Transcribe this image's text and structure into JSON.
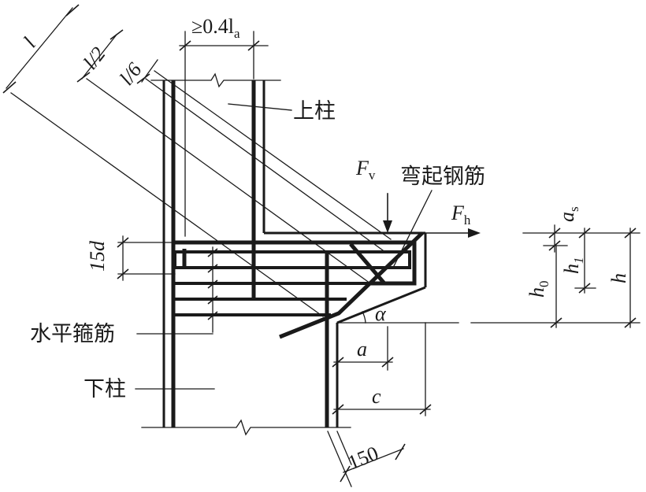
{
  "labels": {
    "anchorage_length": "≥0.4l",
    "anchorage_length_sub": "a",
    "upper_column": "上柱",
    "lower_column": "下柱",
    "bent_bar": "弯起钢筋",
    "horizontal_stirrup": "水平箍筋",
    "force_vertical": "F",
    "force_vertical_sub": "v",
    "force_horizontal": "F",
    "force_horizontal_sub": "h",
    "angle": "α",
    "dim_a": "a",
    "dim_c": "c",
    "dim_150": "150",
    "dim_15d": "15d",
    "dim_as": "a",
    "dim_as_sub": "s",
    "dim_h0": "h",
    "dim_h0_sub": "0",
    "dim_h1": "h",
    "dim_h1_sub": "1",
    "dim_h": "h",
    "dim_l": "l",
    "dim_l_half": "l/2",
    "dim_l_sixth": "l/6"
  }
}
